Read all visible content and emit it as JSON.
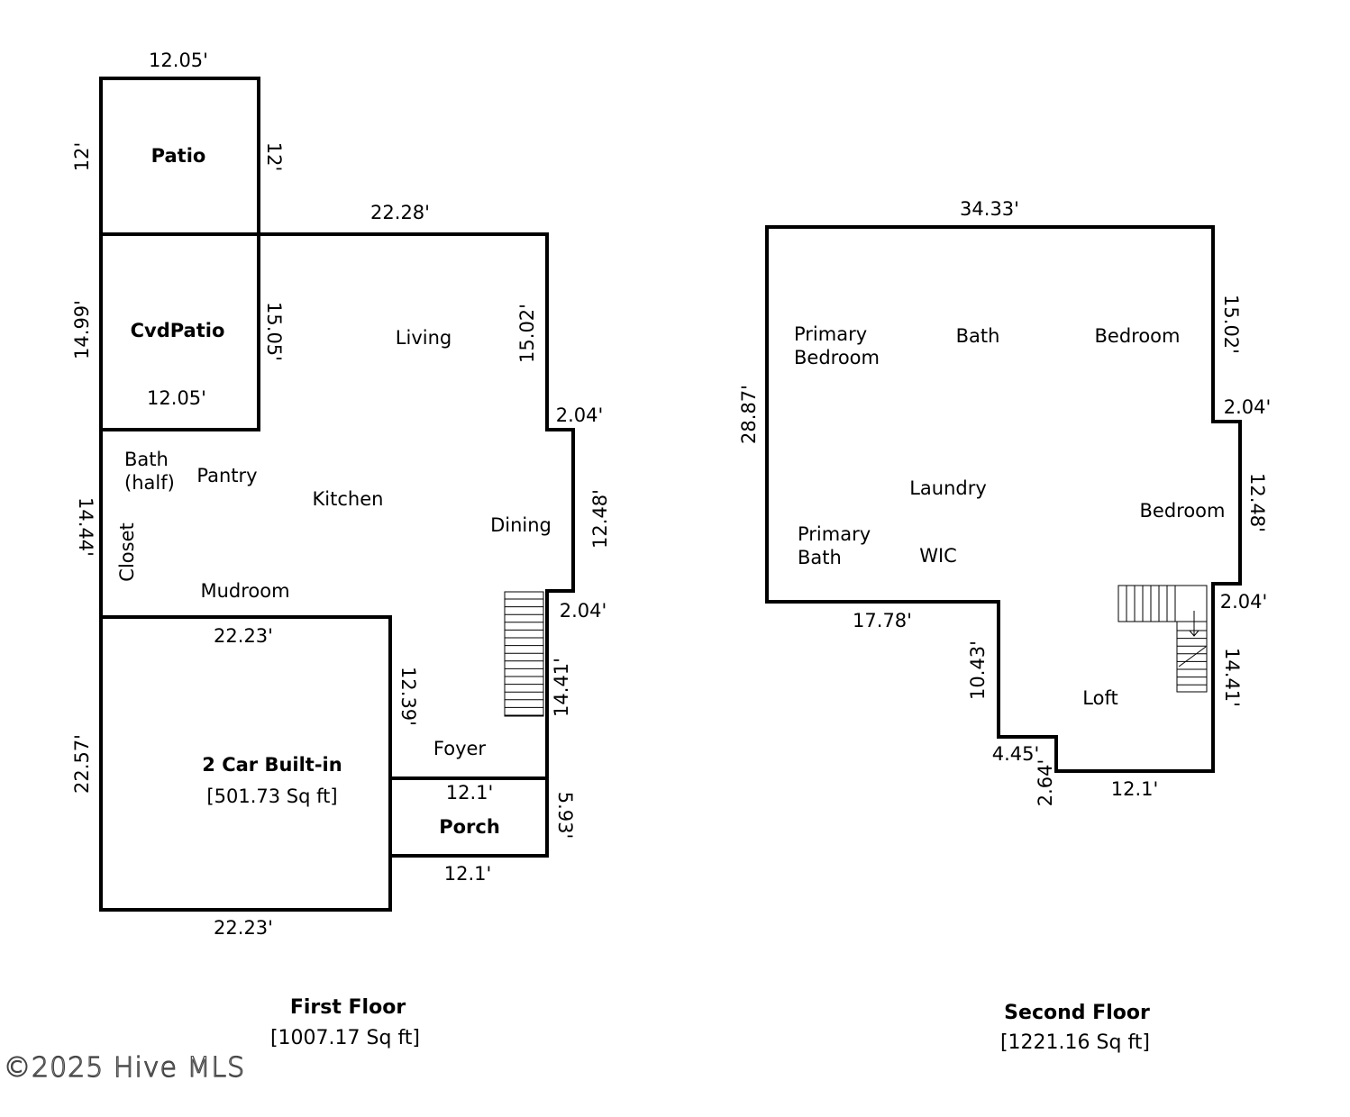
{
  "first_floor": {
    "title": "First Floor",
    "area": "[1007.17 Sq ft]",
    "rooms": {
      "patio": "Patio",
      "cvd_patio": "CvdPatio",
      "living": "Living",
      "bath_half_line1": "Bath",
      "bath_half_line2": "(half)",
      "pantry": "Pantry",
      "kitchen": "Kitchen",
      "dining": "Dining",
      "closet": "Closet",
      "mudroom": "Mudroom",
      "garage": "2 Car Built-in",
      "garage_area": "[501.73 Sq ft]",
      "foyer": "Foyer",
      "porch": "Porch"
    },
    "dims": {
      "patio_top": "12.05'",
      "patio_left": "12'",
      "patio_right": "12'",
      "living_top": "22.28'",
      "cvd_left": "14.99'",
      "cvd_right": "15.05'",
      "cvd_bottom": "12.05'",
      "living_right": "15.02'",
      "jog_upper": "2.04'",
      "dining_right": "12.48'",
      "jog_lower": "2.04'",
      "left_mid": "14.44'",
      "foyer_right": "14.41'",
      "garage_top": "22.23'",
      "garage_right": "12.39'",
      "garage_left": "22.57'",
      "garage_bottom": "22.23'",
      "porch_top": "12.1'",
      "porch_right": "5.93'",
      "porch_bottom": "12.1'"
    }
  },
  "second_floor": {
    "title": "Second Floor",
    "area": "[1221.16 Sq ft]",
    "rooms": {
      "primary_bedroom_line1": "Primary",
      "primary_bedroom_line2": "Bedroom",
      "bath": "Bath",
      "bedroom_1": "Bedroom",
      "laundry": "Laundry",
      "bedroom_2": "Bedroom",
      "primary_bath_line1": "Primary",
      "primary_bath_line2": "Bath",
      "wic": "WIC",
      "loft": "Loft"
    },
    "dims": {
      "top": "34.33'",
      "left": "28.87'",
      "right_upper": "15.02'",
      "jog_upper": "2.04'",
      "right_mid": "12.48'",
      "jog_lower": "2.04'",
      "right_lower": "14.41'",
      "bottom_left": "17.78'",
      "step_vertical": "10.43'",
      "step_horizontal": "4.45'",
      "step_small": "2.64'",
      "bottom_right": "12.1'"
    }
  },
  "watermark": "©2025 Hive MLS"
}
